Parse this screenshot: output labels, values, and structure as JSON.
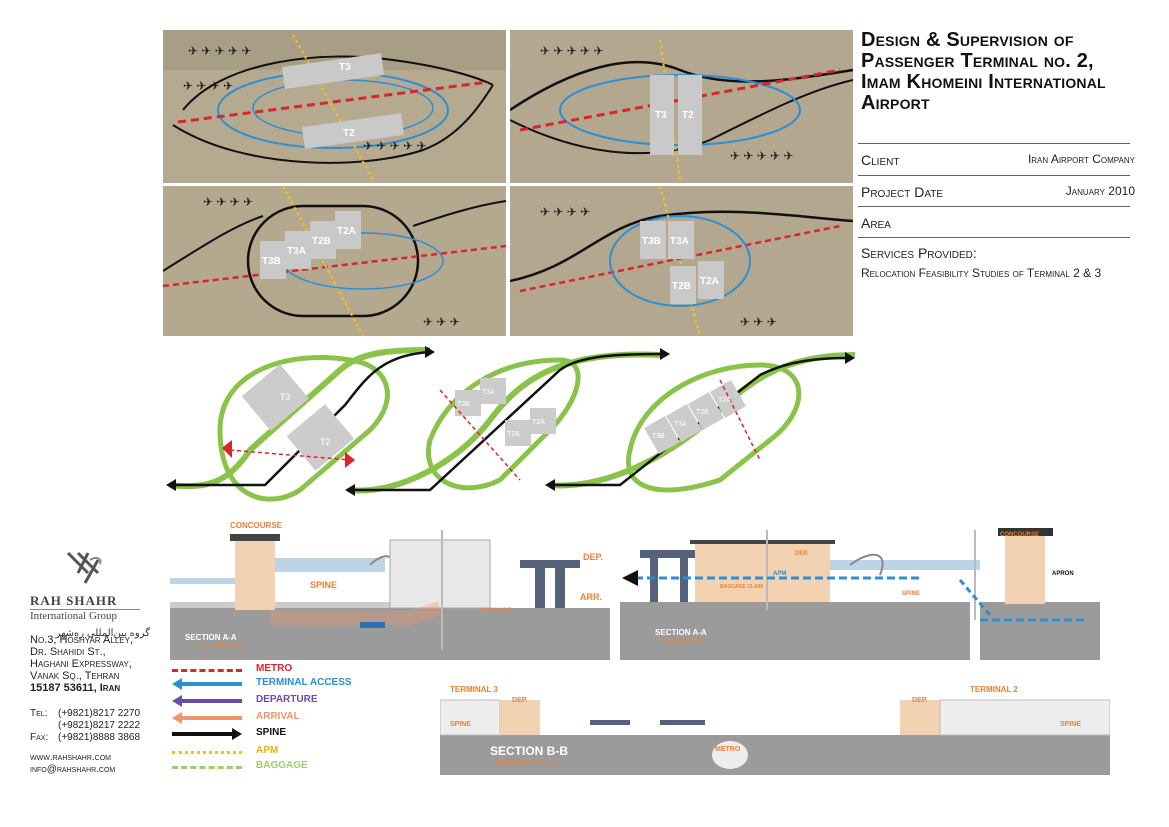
{
  "title_lines": [
    "Design & Supervision of",
    "Passenger Terminal no. 2,",
    "Imam Khomeini International",
    "Airport"
  ],
  "info": {
    "client_label": "Client",
    "client_value": "Iran Airport Company",
    "date_label": "Project Date",
    "date_value": "January 2010",
    "area_label": "Area",
    "services_label": "Services Provided:",
    "services_value": "Relocation Feasibility Studies of Terminal 2 & 3"
  },
  "photos": {
    "p1": [
      "T3",
      "T2"
    ],
    "p2": [
      "T3",
      "T2"
    ],
    "p3": [
      "T3B",
      "T3A",
      "T2B",
      "T2A"
    ],
    "p4": [
      "T3B",
      "T3A",
      "T2B",
      "T2A"
    ]
  },
  "company": {
    "name_latin": "RAH SHAHR",
    "group": "International Group",
    "name_persian": "گروه بین‌المللی ره‌شهر",
    "address_lines": [
      "No.3, Hoshyar Alley,",
      "Dr. Shahidi St.,",
      "Haghani Expressway,",
      "Vanak Sq., Tehran"
    ],
    "postcode": "15187  53611, Iran",
    "tel_label": "Tel:",
    "tel_1": "(+9821)8217 2270",
    "tel_2": "(+9821)8217 2222",
    "fax_label": "Fax:",
    "fax": "(+9821)8888 3868",
    "web": "www.rahshahr.com",
    "email": "info@rahshahr.com"
  },
  "legend": [
    {
      "label": "METRO",
      "color": "#d8262b",
      "style": "dashed"
    },
    {
      "label": "TERMINAL ACCESS",
      "color": "#2b8fd6",
      "style": "arrow"
    },
    {
      "label": "DEPARTURE",
      "color": "#6a4fa0",
      "style": "arrow"
    },
    {
      "label": "ARRIVAL",
      "color": "#f0956a",
      "style": "arrow"
    },
    {
      "label": "SPINE",
      "color": "#111111",
      "style": "arrow"
    },
    {
      "label": "APM",
      "color": "#f2c419",
      "style": "dotted"
    },
    {
      "label": "BAGGAGE",
      "color": "#9ccf6a",
      "style": "dashdot"
    }
  ],
  "sections": {
    "left": {
      "concourse": "CONCOURSE",
      "spine": "SPINE",
      "baggage": "BAGGAGE",
      "dep": "DEP.",
      "arr": "ARR.",
      "title": "SECTION A-A",
      "subtitle": "ALTERNATIVE 4"
    },
    "right": {
      "concourse": "CONCOURSE",
      "apron": "APRON",
      "dep": "DEP.",
      "apm": "APM",
      "baggage_claim": "BAGGAGE CLAIM",
      "spine": "SPINE",
      "title": "SECTION A-A",
      "subtitle": "ALTERNATIVE 3"
    },
    "bottom": {
      "terminal3": "TERMINAL 3",
      "terminal2": "TERMINAL 2",
      "dep_left": "DEP.",
      "dep_right": "DEP.",
      "spine_left": "SPINE",
      "spine_right": "SPINE",
      "metro": "METRO",
      "title": "SECTION B-B",
      "subtitle": "ALTERNATIVE 3"
    }
  },
  "diagram_labels": {
    "d1": [
      "T3",
      "T2"
    ],
    "d2": [
      "T3B",
      "T3A",
      "T2B",
      "T2A"
    ],
    "d3": [
      "T3B",
      "T3A",
      "T2B",
      "T2A"
    ]
  },
  "colors": {
    "metro": "#d8262b",
    "access": "#2b8fd6",
    "departure": "#6a4fa0",
    "arrival": "#f0956a",
    "spine": "#111111",
    "apm": "#f2c419",
    "baggage": "#9ccf6a",
    "orange_text": "#f08030"
  }
}
